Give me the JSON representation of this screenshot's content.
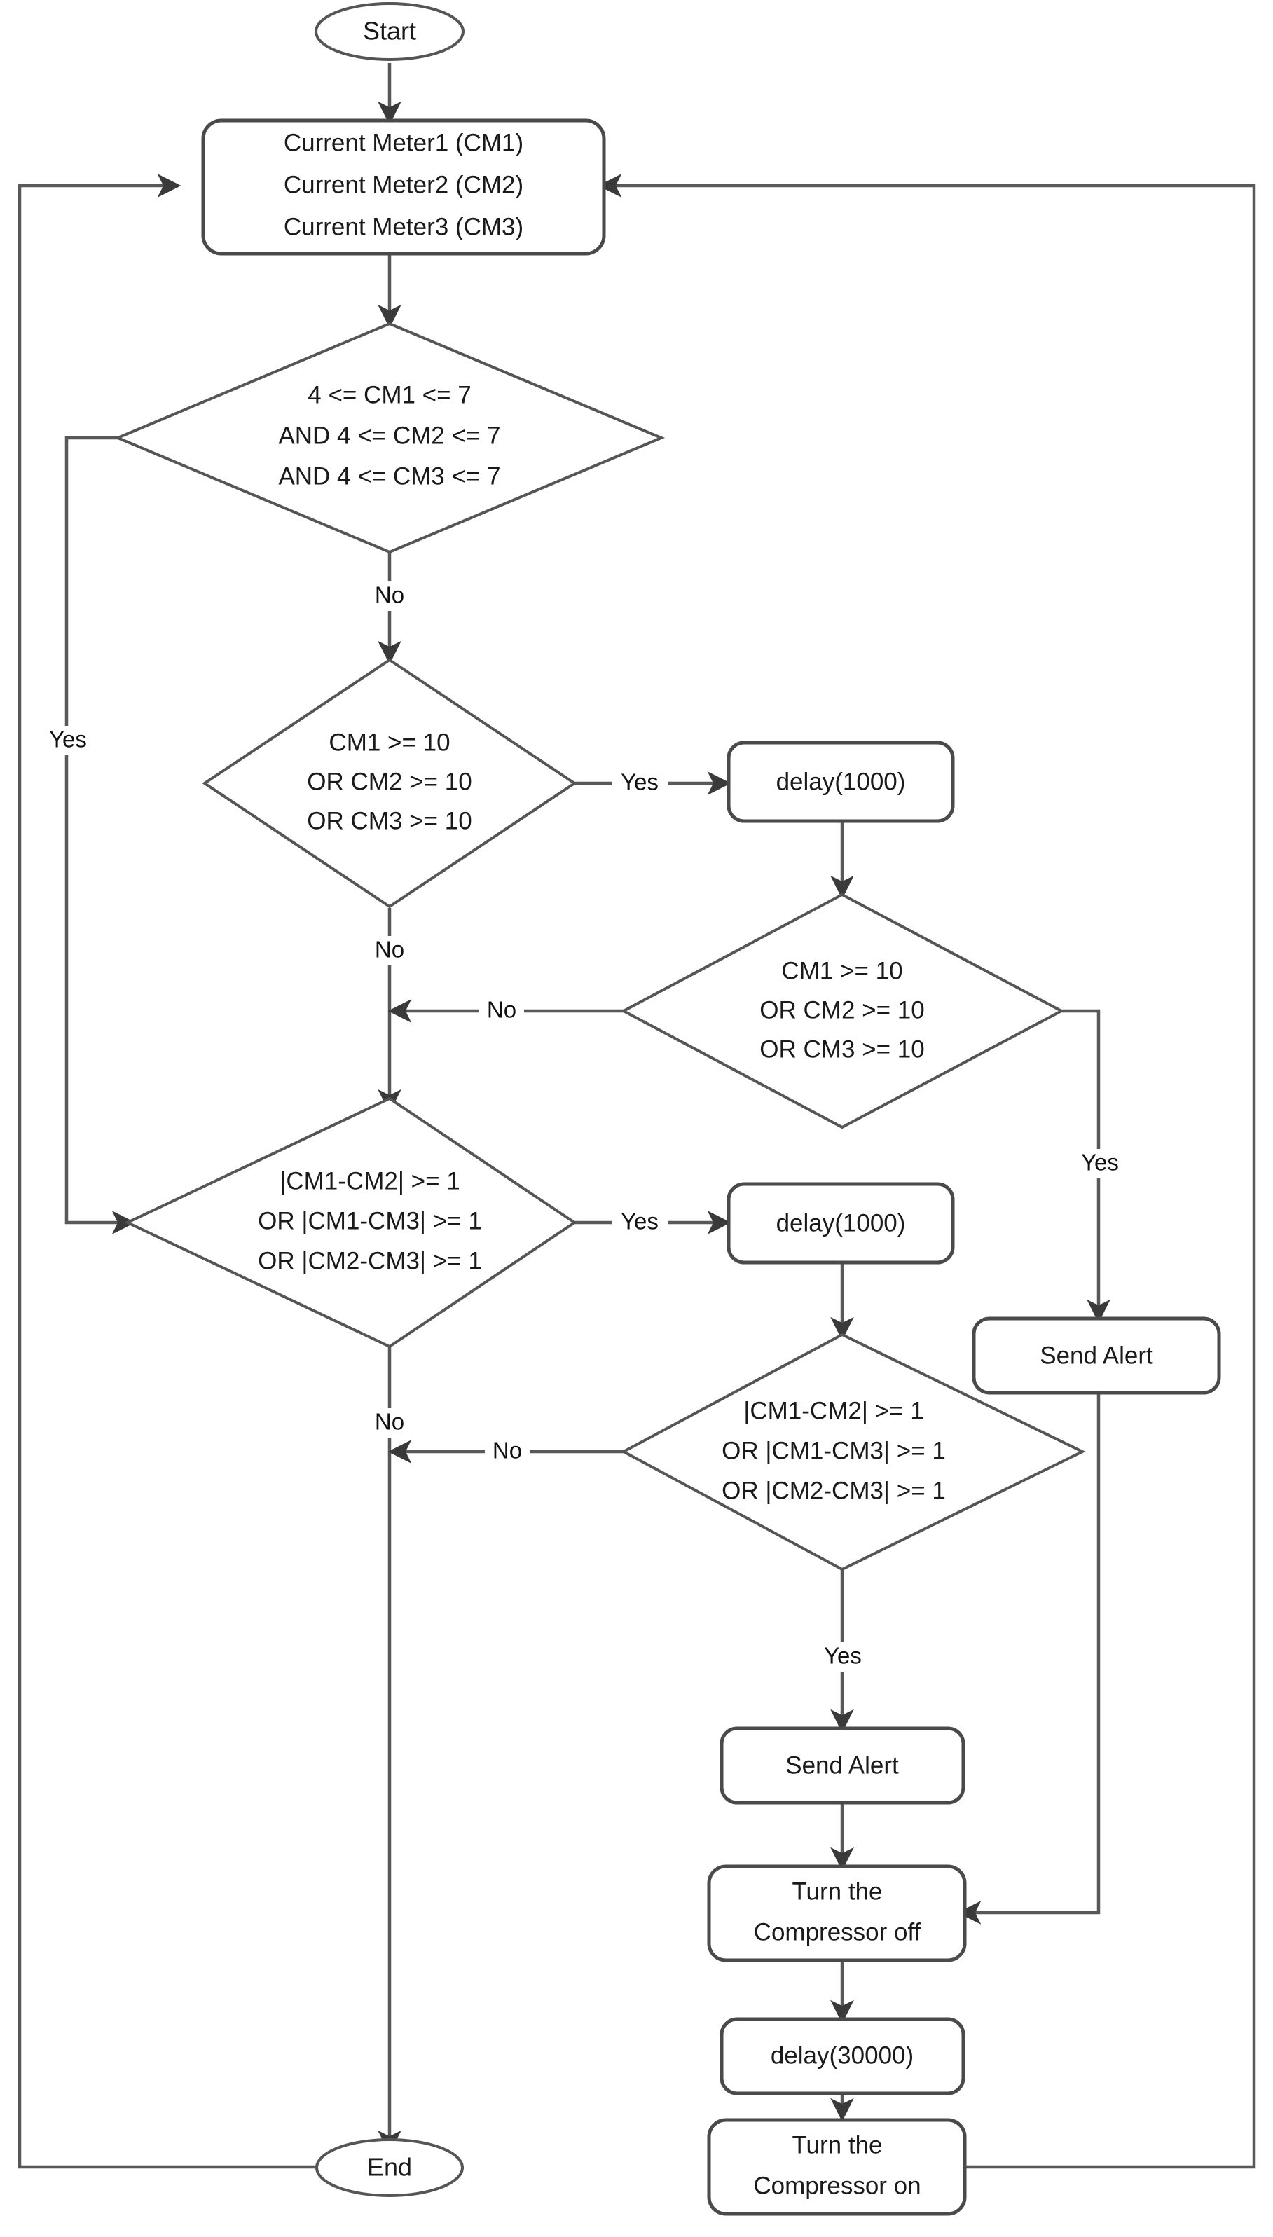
{
  "diagram": {
    "type": "flowchart",
    "title": "Current meter monitoring and compressor control flowchart",
    "orientation": "top-to-bottom",
    "background_color": "#ffffff",
    "line_color": "#585858",
    "text_color": "#1a1a1a"
  },
  "nodes": {
    "start": {
      "id": "start",
      "shape": "ellipse",
      "label": "Start"
    },
    "read_meters": {
      "id": "read_meters",
      "shape": "rounded-rectangle",
      "lines": [
        "Current Meter1 (CM1)",
        "Current Meter2 (CM2)",
        "Current Meter3 (CM3)"
      ]
    },
    "decision_range": {
      "id": "decision_range",
      "shape": "diamond",
      "lines": [
        "4 <= CM1 <= 7",
        "AND 4 <= CM2 <= 7",
        "AND 4 <= CM3 <= 7"
      ]
    },
    "decision_over_1": {
      "id": "decision_over_1",
      "shape": "diamond",
      "lines": [
        "CM1 >= 10",
        "OR CM2 >= 10",
        "OR CM3 >= 10"
      ]
    },
    "delay_1000_a": {
      "id": "delay_1000_a",
      "shape": "rounded-rectangle",
      "label": "delay(1000)"
    },
    "decision_over_2": {
      "id": "decision_over_2",
      "shape": "diamond",
      "lines": [
        "CM1 >= 10",
        "OR CM2 >= 10",
        "OR CM3 >= 10"
      ]
    },
    "decision_diff_1": {
      "id": "decision_diff_1",
      "shape": "diamond",
      "lines": [
        "|CM1-CM2| >= 1",
        "OR |CM1-CM3| >= 1",
        "OR |CM2-CM3| >= 1"
      ]
    },
    "delay_1000_b": {
      "id": "delay_1000_b",
      "shape": "rounded-rectangle",
      "label": "delay(1000)"
    },
    "send_alert_right": {
      "id": "send_alert_right",
      "shape": "rounded-rectangle",
      "label": "Send Alert"
    },
    "decision_diff_2": {
      "id": "decision_diff_2",
      "shape": "diamond",
      "lines": [
        "|CM1-CM2| >= 1",
        "OR |CM1-CM3| >= 1",
        "OR |CM2-CM3| >= 1"
      ]
    },
    "send_alert_bottom": {
      "id": "send_alert_bottom",
      "shape": "rounded-rectangle",
      "label": "Send Alert"
    },
    "compressor_off": {
      "id": "compressor_off",
      "shape": "rounded-rectangle",
      "lines": [
        "Turn the",
        "Compressor off"
      ]
    },
    "delay_30000": {
      "id": "delay_30000",
      "shape": "rounded-rectangle",
      "label": "delay(30000)"
    },
    "compressor_on": {
      "id": "compressor_on",
      "shape": "rounded-rectangle",
      "lines": [
        "Turn the",
        "Compressor on"
      ]
    },
    "end": {
      "id": "end",
      "shape": "ellipse",
      "label": "End"
    }
  },
  "edge_labels": {
    "range_no": "No",
    "range_yes": "Yes",
    "over1_yes": "Yes",
    "over1_no": "No",
    "over2_no": "No",
    "over2_yes": "Yes",
    "diff1_yes": "Yes",
    "diff1_no": "No",
    "diff2_no": "No",
    "diff2_yes": "Yes"
  }
}
